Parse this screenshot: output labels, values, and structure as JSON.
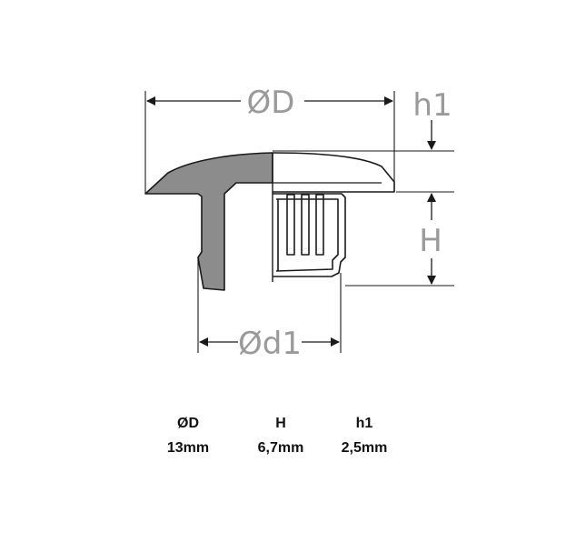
{
  "dimension_labels": {
    "outer_diameter": "ØD",
    "head_height": "h1",
    "shaft_height": "H",
    "shaft_diameter": "Ød1"
  },
  "specs": [
    {
      "label": "ØD",
      "value": "13mm"
    },
    {
      "label": "H",
      "value": "6,7mm"
    },
    {
      "label": "h1",
      "value": "2,5mm"
    }
  ],
  "colors": {
    "section_fill": "#8c8c8c",
    "line": "#1a1a1a",
    "label_gray": "#9a9a9a"
  }
}
